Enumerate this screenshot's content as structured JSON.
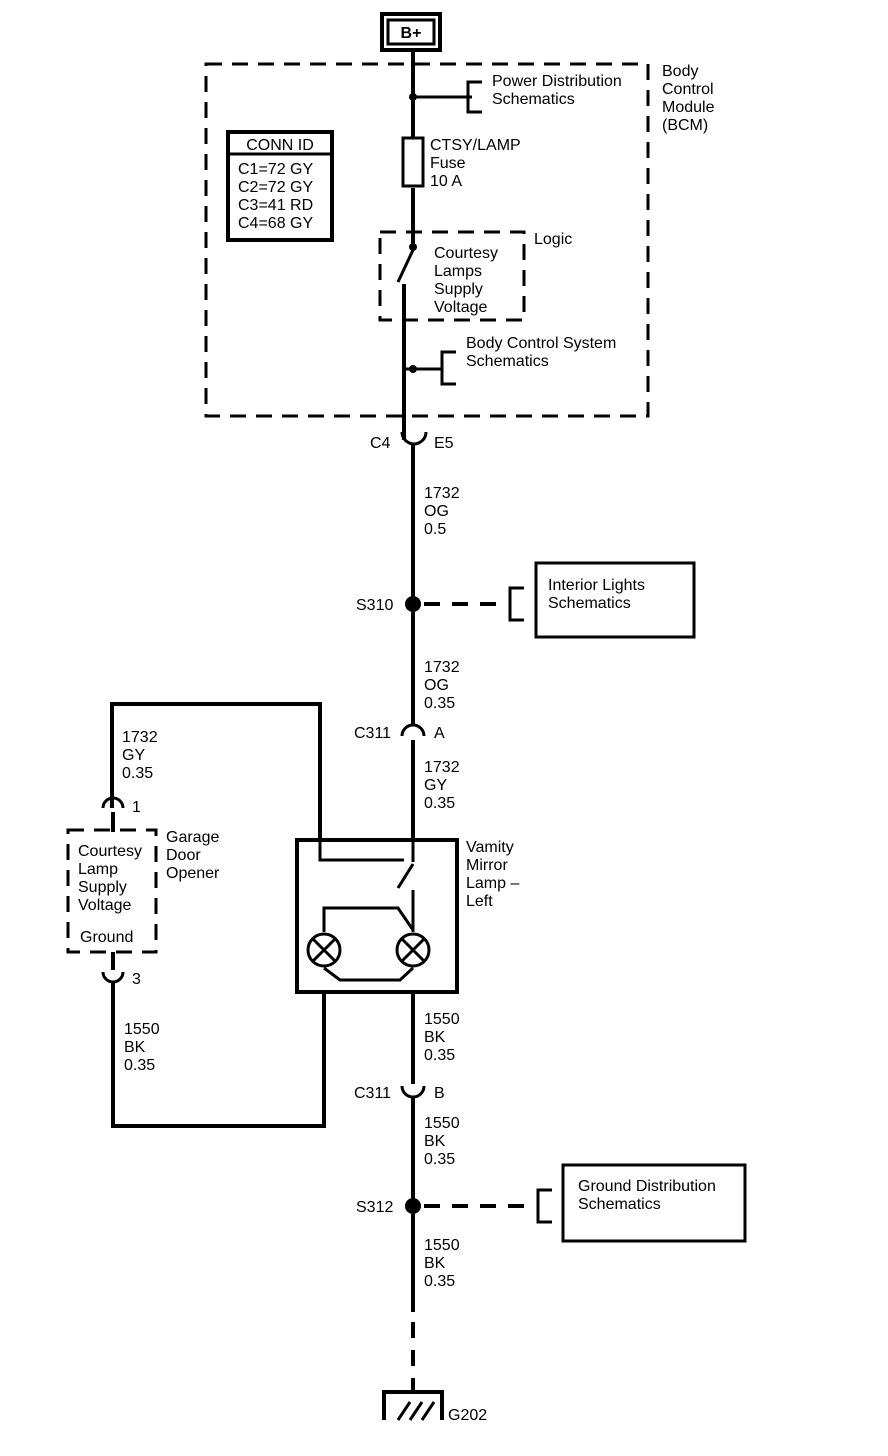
{
  "power": {
    "label": "B+"
  },
  "bcm": {
    "name_lines": [
      "Body",
      "Control",
      "Module",
      "(BCM)"
    ],
    "power_dist_lines": [
      "Power Distribution",
      "Schematics"
    ],
    "fuse_lines": [
      "CTSY/LAMP",
      "Fuse",
      "10 A"
    ],
    "logic_label": "Logic",
    "supply_lines": [
      "Courtesy",
      "Lamps",
      "Supply",
      "Voltage"
    ],
    "body_control_lines": [
      "Body Control System",
      "Schematics"
    ]
  },
  "conn_id": {
    "title": "CONN ID",
    "rows": [
      "C1=72 GY",
      "C2=72 GY",
      "C3=41 RD",
      "C4=68 GY"
    ]
  },
  "bcm_connector": {
    "connector": "C4",
    "pin": "E5"
  },
  "wire_og_05": [
    "1732",
    "OG",
    "0.5"
  ],
  "splice_s310": {
    "label": "S310"
  },
  "interior_lights_lines": [
    "Interior Lights",
    "Schematics"
  ],
  "wire_og_035": [
    "1732",
    "OG",
    "0.35"
  ],
  "c311_a": {
    "connector": "C311",
    "pin": "A"
  },
  "wire_gy_right": [
    "1732",
    "GY",
    "0.35"
  ],
  "wire_gy_left": [
    "1732",
    "GY",
    "0.35"
  ],
  "garage": {
    "pin_top": "1",
    "pin_bottom": "3",
    "supply_lines": [
      "Courtesy",
      "Lamp",
      "Supply",
      "Voltage"
    ],
    "ground_label": "Ground",
    "name_lines": [
      "Garage",
      "Door",
      "Opener"
    ]
  },
  "mirror": {
    "name_lines": [
      "Vamity",
      "Mirror",
      "Lamp –",
      "Left"
    ]
  },
  "wire_bk_left": [
    "1550",
    "BK",
    "0.35"
  ],
  "wire_bk_mid": [
    "1550",
    "BK",
    "0.35"
  ],
  "c311_b": {
    "connector": "C311",
    "pin": "B"
  },
  "wire_bk_lower": [
    "1550",
    "BK",
    "0.35"
  ],
  "splice_s312": {
    "label": "S312"
  },
  "ground_dist_lines": [
    "Ground Distribution",
    "Schematics"
  ],
  "wire_bk_bottom": [
    "1550",
    "BK",
    "0.35"
  ],
  "ground": {
    "label": "G202"
  }
}
